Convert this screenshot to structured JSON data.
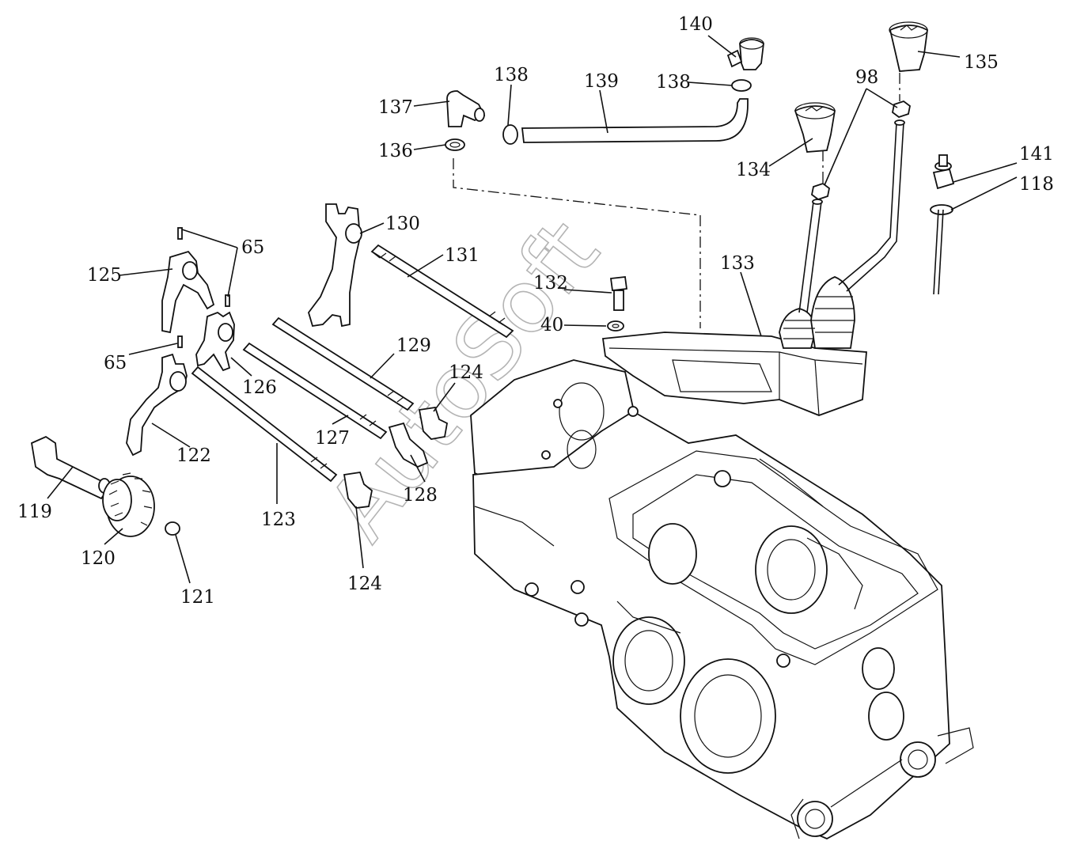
{
  "diagram": {
    "watermark": "AutoSoft",
    "labels": [
      {
        "id": "140",
        "text": "140"
      },
      {
        "id": "138a",
        "text": "138"
      },
      {
        "id": "139",
        "text": "139"
      },
      {
        "id": "138b",
        "text": "138"
      },
      {
        "id": "135",
        "text": "135"
      },
      {
        "id": "98",
        "text": "98"
      },
      {
        "id": "137",
        "text": "137"
      },
      {
        "id": "136",
        "text": "136"
      },
      {
        "id": "134",
        "text": "134"
      },
      {
        "id": "141",
        "text": "141"
      },
      {
        "id": "118",
        "text": "118"
      },
      {
        "id": "130",
        "text": "130"
      },
      {
        "id": "65a",
        "text": "65"
      },
      {
        "id": "131",
        "text": "131"
      },
      {
        "id": "133",
        "text": "133"
      },
      {
        "id": "125",
        "text": "125"
      },
      {
        "id": "132",
        "text": "132"
      },
      {
        "id": "40",
        "text": "40"
      },
      {
        "id": "129",
        "text": "129"
      },
      {
        "id": "65b",
        "text": "65"
      },
      {
        "id": "124a",
        "text": "124"
      },
      {
        "id": "126",
        "text": "126"
      },
      {
        "id": "127",
        "text": "127"
      },
      {
        "id": "122",
        "text": "122"
      },
      {
        "id": "128",
        "text": "128"
      },
      {
        "id": "119",
        "text": "119"
      },
      {
        "id": "123",
        "text": "123"
      },
      {
        "id": "120",
        "text": "120"
      },
      {
        "id": "121",
        "text": "121"
      },
      {
        "id": "124b",
        "text": "124"
      }
    ]
  }
}
